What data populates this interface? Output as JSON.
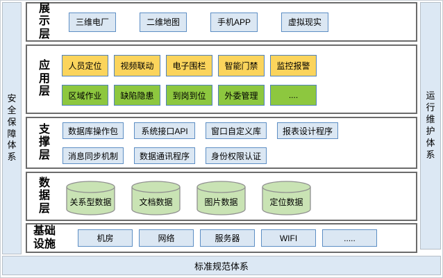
{
  "side_left": {
    "label": "安全保障体系"
  },
  "side_right": {
    "label": "运行维护体系"
  },
  "bottom_bar": {
    "label": "标准规范体系"
  },
  "layers": {
    "display": {
      "label": "展示层",
      "boxes": [
        "三维电厂",
        "二维地图",
        "手机APP",
        "虚拟现实"
      ]
    },
    "application": {
      "label": "应用层",
      "row1": [
        "人员定位",
        "视频联动",
        "电子围栏",
        "智能门禁",
        "监控报警"
      ],
      "row2": [
        "区域作业",
        "缺陷隐患",
        "到岗到位",
        "外委管理",
        "...."
      ]
    },
    "support": {
      "label": "支撑层",
      "row1": [
        "数据库操作包",
        "系统接口API",
        "窗口自定义库",
        "报表设计程序"
      ],
      "row2": [
        "消息同步机制",
        "数据通讯程序",
        "身份权限认证"
      ]
    },
    "data": {
      "label": "数据层",
      "cylinders": [
        "关系型数据",
        "文档数据",
        "图片数据",
        "定位数据"
      ]
    },
    "infrastructure": {
      "label": "基础设施",
      "boxes": [
        "机房",
        "网络",
        "服务器",
        "WIFI",
        "....."
      ]
    }
  },
  "colors": {
    "accent_border_blue": "#4f81bd",
    "box_blue_bg": "#dbe7f3",
    "app_yellow": "#fbd45c",
    "app_green": "#8dc73f",
    "cylinder_green": "#c9e3b4",
    "panel_border": "#6b6b6b",
    "sidebar_bg": "#dce8f4"
  }
}
